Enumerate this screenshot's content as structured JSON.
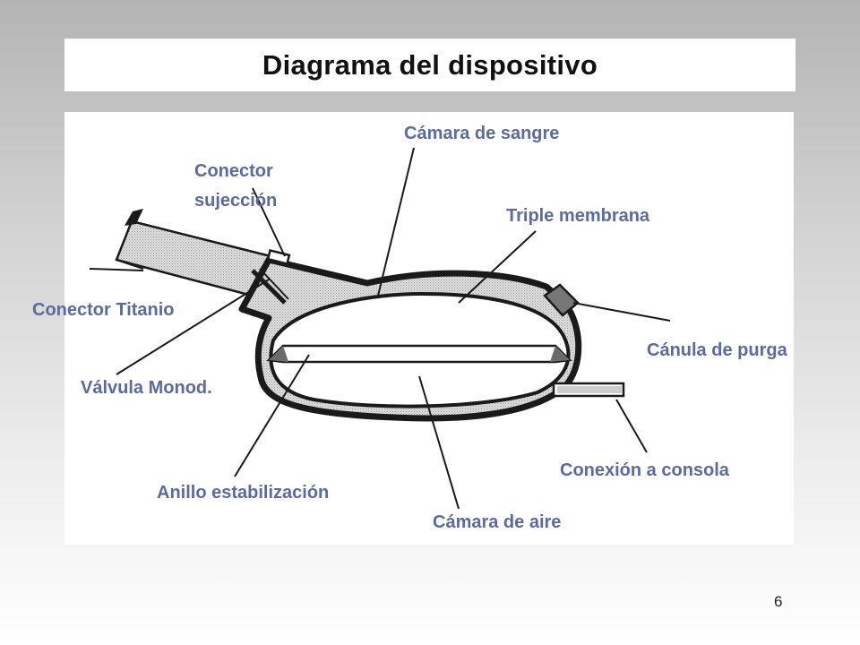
{
  "slide": {
    "title": "Diagrama del dispositivo",
    "page_number": "6"
  },
  "colors": {
    "label": "#5b6b9e",
    "outline": "#1a1a1a",
    "blood_chamber_fill": "#d9d9d9",
    "ring_fill": "#6b6b6b"
  },
  "labels": {
    "camara_sangre": "Cámara de sangre",
    "conector_sujecion_line1": "Conector",
    "conector_sujecion_line2": "sujección",
    "triple_membrana": "Triple membrana",
    "conector_titanio": "Conector Titanio",
    "canula_purga": "Cánula de purga",
    "valvula_monod": "Válvula Monod.",
    "conexion_consola": "Conexión a consola",
    "anillo_estabilizacion": "Anillo estabilización",
    "camara_aire": "Cámara de aire"
  }
}
